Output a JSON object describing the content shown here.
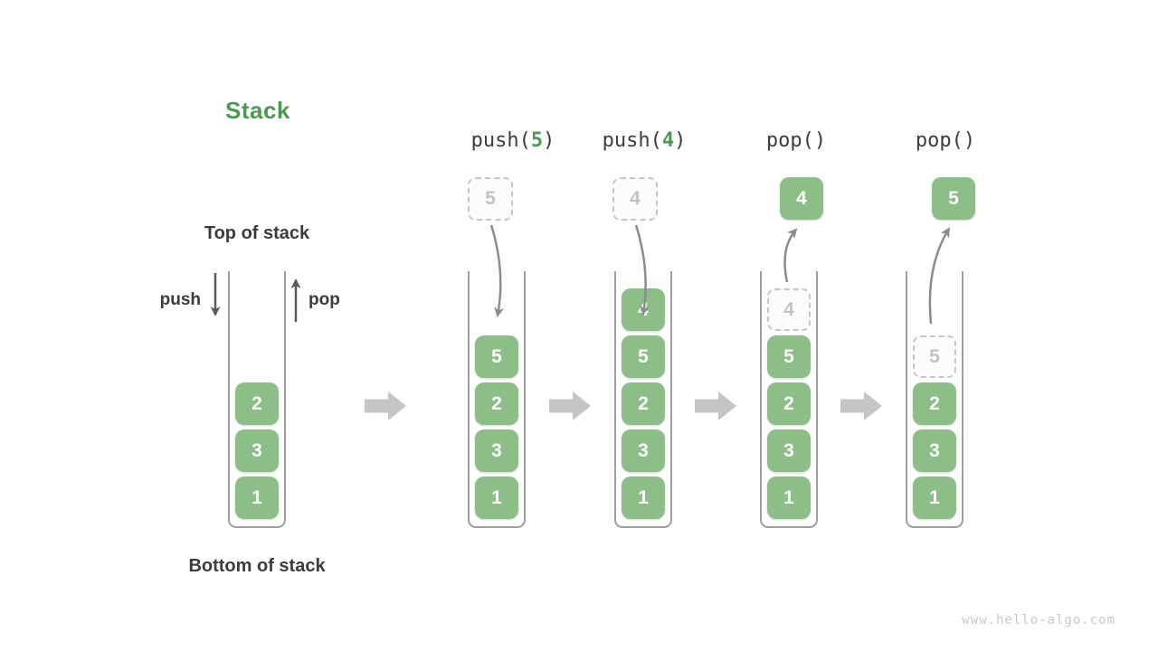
{
  "title": "Stack",
  "labels": {
    "top": "Top of stack",
    "bottom": "Bottom of stack",
    "push": "push",
    "pop": "pop"
  },
  "operations": [
    {
      "prefix": "push(",
      "arg": "5",
      "suffix": ")"
    },
    {
      "prefix": "push(",
      "arg": "4",
      "suffix": ")"
    },
    {
      "prefix": "pop()",
      "arg": "",
      "suffix": ""
    },
    {
      "prefix": "pop()",
      "arg": "",
      "suffix": ""
    }
  ],
  "stacks": [
    {
      "items": [
        "2",
        "3",
        "1"
      ]
    },
    {
      "floating": "5",
      "items": [
        "5",
        "2",
        "3",
        "1"
      ]
    },
    {
      "floating": "4",
      "items": [
        "4",
        "5",
        "2",
        "3",
        "1"
      ]
    },
    {
      "floating": "4",
      "removed": "4",
      "items": [
        "5",
        "2",
        "3",
        "1"
      ]
    },
    {
      "floating": "5",
      "removed": "5",
      "items": [
        "2",
        "3",
        "1"
      ]
    }
  ],
  "watermark": "www.hello-algo.com",
  "colors": {
    "box_green": "#8cbf87",
    "title_green": "#4c9a52",
    "text_dark": "#3c3c3c",
    "dashed_border": "#c6c6c6",
    "dashed_text": "#c2c2c2",
    "arrow_gray": "#8c8c8c",
    "dark_arrow": "#5a5a5a",
    "block_arrow": "#c5c5c5",
    "container_wall": "#9e9e9e",
    "watermark_gray": "#c9c9c9"
  }
}
